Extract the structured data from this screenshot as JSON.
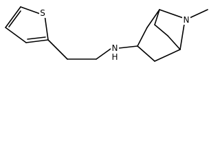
{
  "molecule": {
    "atoms": {
      "sulfur": "S",
      "amine_nitrogen": "N",
      "amine_hydrogen": "H",
      "bridge_nitrogen": "N"
    }
  }
}
